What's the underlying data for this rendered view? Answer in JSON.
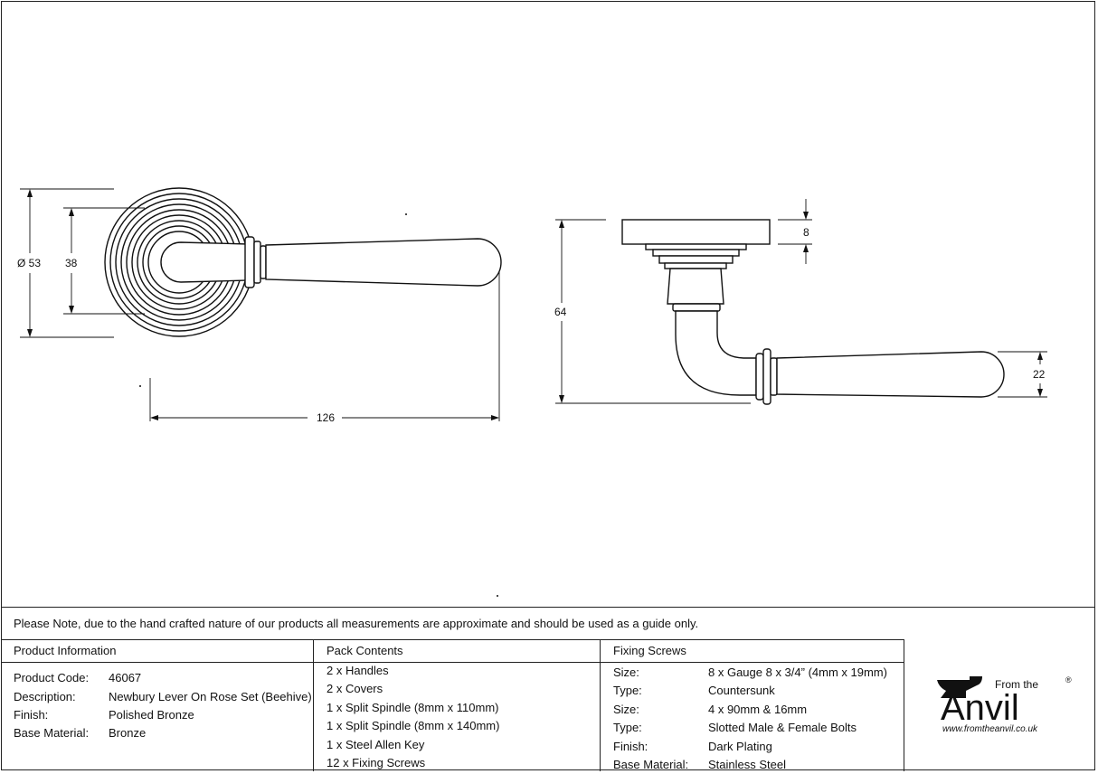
{
  "dimensions": {
    "rose_diameter": "Ø 53",
    "inner_diameter": "38",
    "lever_length": "126",
    "height": "64",
    "rose_thickness": "8",
    "lever_width": "22"
  },
  "note": "Please Note, due to the hand crafted nature of our products all measurements are approximate and should be used as a guide only.",
  "product_information": {
    "heading": "Product Information",
    "rows": [
      {
        "label": "Product Code:",
        "value": "46067"
      },
      {
        "label": "Description:",
        "value": "Newbury Lever On Rose Set (Beehive)"
      },
      {
        "label": "Finish:",
        "value": "Polished Bronze"
      },
      {
        "label": "Base Material:",
        "value": "Bronze"
      }
    ]
  },
  "pack_contents": {
    "heading": "Pack Contents",
    "items": [
      "2 x Handles",
      "2 x Covers",
      "1 x Split Spindle (8mm x 110mm)",
      "1 x Split Spindle (8mm x 140mm)",
      "1 x Steel Allen Key",
      "12 x Fixing Screws"
    ]
  },
  "fixing_screws": {
    "heading": "Fixing Screws",
    "rows": [
      {
        "label": "Size:",
        "value": "8 x Gauge 8 x 3/4” (4mm x 19mm)"
      },
      {
        "label": "Type:",
        "value": "Countersunk"
      },
      {
        "label": "Size:",
        "value": "4 x 90mm & 16mm"
      },
      {
        "label": "Type:",
        "value": "Slotted Male & Female Bolts"
      },
      {
        "label": "Finish:",
        "value": "Dark Plating"
      },
      {
        "label": "Base Material:",
        "value": "Stainless Steel"
      }
    ]
  },
  "logo": {
    "from_the": "From the",
    "brand": "Anvil",
    "registered": "®",
    "url": "www.fromtheanvil.co.uk"
  }
}
